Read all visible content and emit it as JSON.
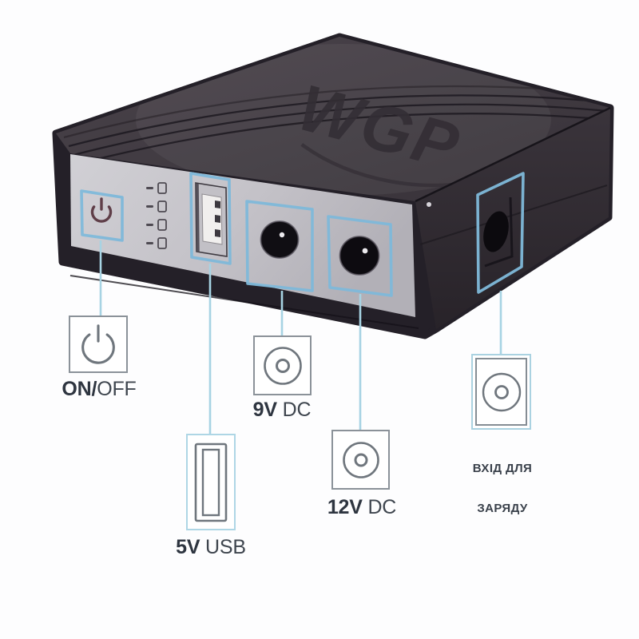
{
  "image_type": "annotated product photo of a mini DC UPS power bank",
  "device": {
    "logo": "WGP",
    "led_indicator_rows": 4,
    "ports": [
      "power-button",
      "usb-port",
      "9v-dc-jack",
      "12v-dc-jack",
      "charge-input-jack"
    ]
  },
  "callouts": {
    "power": {
      "label_strong": "ON/",
      "label_normal": "OFF",
      "icon": "power-icon"
    },
    "usb": {
      "label_strong": "5V",
      "label_normal": " USB",
      "icon": "usb-connector-icon"
    },
    "dc9": {
      "label_strong": "9V",
      "label_normal": " DC",
      "icon": "dc-barrel-plug-icon"
    },
    "dc12": {
      "label_strong": "12V",
      "label_normal": " DC",
      "icon": "dc-barrel-plug-icon"
    },
    "charge": {
      "label_line1": "ВХІД ДЛЯ",
      "label_line2": "ЗАРЯДУ",
      "icon": "dc-barrel-plug-icon"
    }
  },
  "colors": {
    "background": "#fdfdfe",
    "device_body": "#242028",
    "device_top_face": "#423c43",
    "device_right_face": "#322d34",
    "front_panel": "#c6c4ca",
    "highlight_box_blue": "#7fb9da",
    "callout_line_cyan": "#a7d3e3",
    "callout_border_gray": "#8b9299",
    "callout_border_cyan": "#aed6e5",
    "icon_stroke_gray": "#6f767d",
    "label_text": "#343b46",
    "device_power_symbol": "#63414c"
  }
}
